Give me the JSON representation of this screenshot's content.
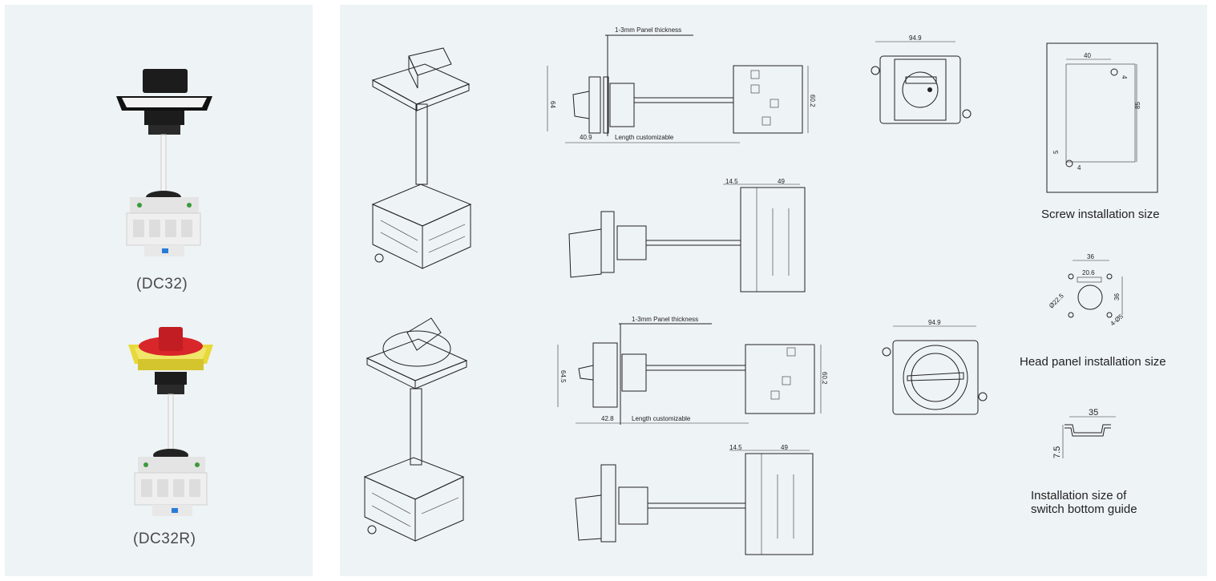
{
  "products": [
    {
      "label": "(DC32)"
    },
    {
      "label": "(DC32R)"
    }
  ],
  "drawings": {
    "top_side": {
      "panel_thickness": "1-3mm Panel thickness",
      "length": "Length customizable",
      "w": "40.9",
      "h": "64",
      "body_h": "60.2"
    },
    "top_rear": {
      "a": "14.5",
      "b": "49"
    },
    "top_front": {
      "w": "94.9"
    },
    "bot_side": {
      "panel_thickness": "1-3mm Panel thickness",
      "length": "Length customizable",
      "w": "42.8",
      "h": "64.5",
      "body_h": "60.2"
    },
    "bot_rear": {
      "a": "14.5",
      "b": "49"
    },
    "bot_front": {
      "w": "94.9"
    }
  },
  "screw": {
    "title": "Screw installation size",
    "d40": "40",
    "d4a": "4",
    "d85": "85",
    "d5": "5",
    "d4b": "4"
  },
  "head": {
    "title": "Head panel installation size",
    "d36a": "36",
    "d206": "20.6",
    "d36b": "36",
    "d225": "Ø22.5",
    "d5": "4-Ø5"
  },
  "guide": {
    "title_line1": "Installation size of",
    "title_line2": "switch bottom guide",
    "d35": "35",
    "d75": "7.5"
  },
  "colors": {
    "panel_bg": "#eef3f5",
    "handle_red": "#d8262b",
    "collar_yellow": "#e8d93a",
    "handle_black": "#1c1c1c"
  }
}
